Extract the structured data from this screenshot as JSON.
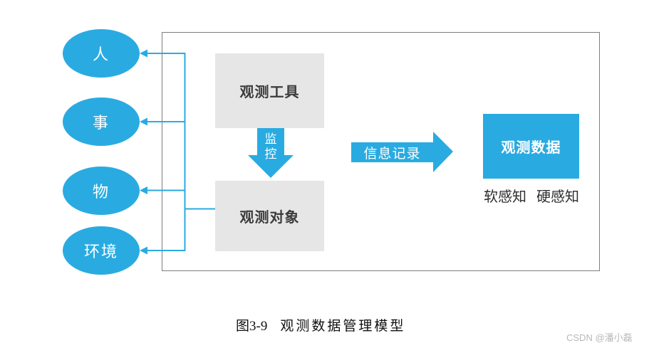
{
  "colors": {
    "blue": "#29abe2",
    "box-gray": "#e6e6e6",
    "rect-border": "#7e7e7e",
    "label-dark": "#3b3b3b",
    "perception-text": "#2e2e2e",
    "caption-text": "#111111",
    "watermark-gray": "#b8b8b8"
  },
  "diagram": {
    "entities": [
      {
        "label": "人"
      },
      {
        "label": "事"
      },
      {
        "label": "物"
      },
      {
        "label": "环境"
      }
    ],
    "tool_box_label": "观测工具",
    "monitor_arrow_label": "监控",
    "object_box_label": "观测对象",
    "record_arrow_label": "信息记录",
    "data_box_label": "观测数据",
    "perception_labels": {
      "soft": "软感知",
      "hard": "硬感知"
    }
  },
  "caption": {
    "figure_number": "图3-9",
    "title": "观测数据管理模型"
  },
  "watermark": "CSDN @潘小磊"
}
